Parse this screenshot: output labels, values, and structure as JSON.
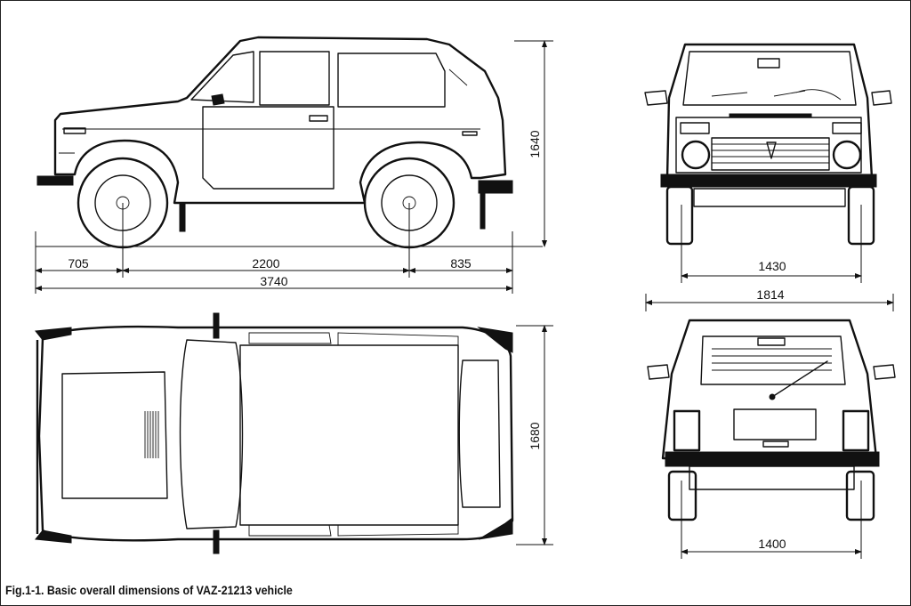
{
  "figure": {
    "caption": "Fig.1-1. Basic overall dimensions of VAZ-21213 vehicle"
  },
  "dimensions": {
    "front_overhang": "705",
    "wheelbase": "2200",
    "rear_overhang": "835",
    "overall_length": "3740",
    "height": "1640",
    "front_track": "1430",
    "overall_width": "1814",
    "rear_track": "1400",
    "body_width_top": "1680"
  }
}
